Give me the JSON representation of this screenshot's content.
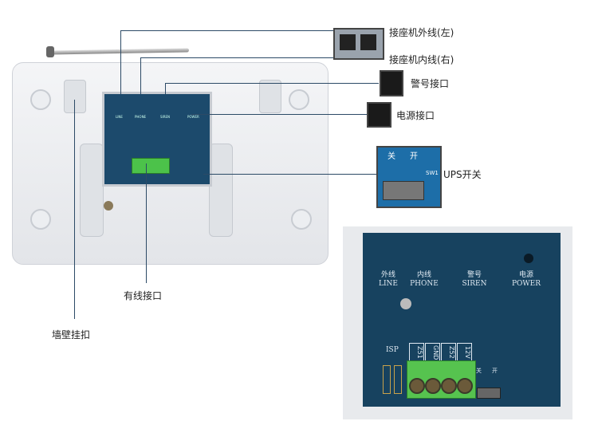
{
  "callouts": {
    "line_out": "接座机外线(左)",
    "line_in": "接座机内线(右)",
    "siren": "警号接口",
    "power": "电源接口",
    "ups": "UPS开关",
    "wired": "有线接口",
    "wall_hook": "墙壁挂扣"
  },
  "switch_labels": {
    "off": "关",
    "on": "开",
    "id": "SW1"
  },
  "inset": {
    "ports": [
      {
        "cn": "外线",
        "en": "LINE"
      },
      {
        "cn": "内线",
        "en": "PHONE"
      },
      {
        "cn": "警号",
        "en": "SIREN"
      },
      {
        "cn": "电源",
        "en": "POWER"
      }
    ],
    "isp": "ISP",
    "terminals": [
      "Z51",
      "GND",
      "Z52",
      "12V"
    ]
  }
}
